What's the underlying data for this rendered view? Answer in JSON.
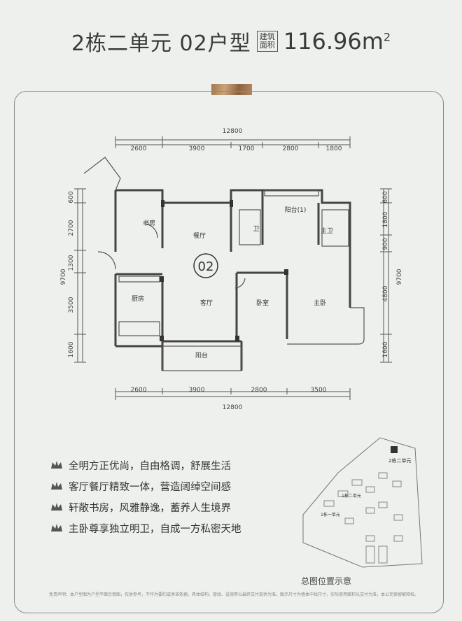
{
  "header": {
    "title": "2栋二单元 02户型",
    "area_label_top": "建筑",
    "area_label_bottom": "面积",
    "area_value": "116.96m",
    "area_sup": "2"
  },
  "plan": {
    "unit_number": "02",
    "top_total": "12800",
    "top_dims": [
      "2600",
      "3900",
      "1700",
      "2800",
      "1800"
    ],
    "bottom_dims": [
      "2600",
      "3900",
      "2800",
      "3500"
    ],
    "bottom_total": "12800",
    "left_dims": [
      "600",
      "2700",
      "1300",
      "3500",
      "1600"
    ],
    "left_total": "9700",
    "right_dims": [
      "600",
      "1800",
      "900",
      "4800",
      "1600"
    ],
    "right_total": "9700",
    "rooms": {
      "study": "书房",
      "dining": "餐厅",
      "bath": "卫",
      "balcony1": "阳台(1)",
      "master_bath": "主卫",
      "kitchen": "厨房",
      "living": "客厅",
      "bedroom": "卧室",
      "master": "主卧",
      "balcony": "阳台"
    }
  },
  "features": [
    "全明方正优尚，自由格调，舒展生活",
    "客厅餐厅精致一体，营造阔绰空间感",
    "轩敞书房，风雅静逸，蓄养人生境界",
    "主卧尊享独立明卫，自成一方私密天地"
  ],
  "site_map": {
    "label": "总图位置示意",
    "unit_label": "2栋二单元",
    "b1": "1栋二单元",
    "b2": "1栋一单元"
  },
  "disclaimer": "免责声明：本户型图为户型平面示意图，仅供参考，不作为要约或承诺依据。具体结构、管线、设施等以最终交付现状为准。图示尺寸为墙体中线尺寸，实际使用面积以交付为准，本公司保留解释权。"
}
